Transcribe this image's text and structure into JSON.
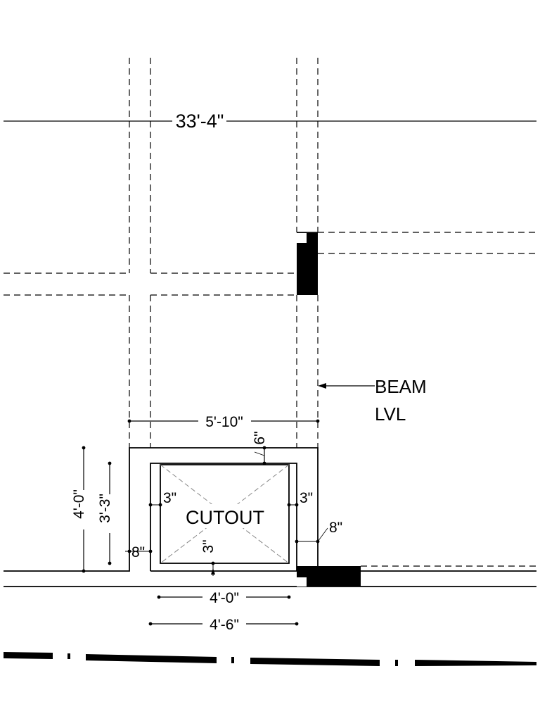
{
  "drawing": {
    "overall_dimension": "33'-4\"",
    "opening_width": "5'-10\"",
    "top_offset": "6\"",
    "height_outer": "4'-0\"",
    "height_inner": "3'-3\"",
    "left_offset": "3\"",
    "right_offset": "3\"",
    "wall_left": "8\"",
    "wall_right": "8\"",
    "bottom_offset": "3\"",
    "cutout_label": "CUTOUT",
    "cutout_width": "4'-0\"",
    "frame_width": "4'-6\"",
    "beam_label_line1": "BEAM",
    "beam_label_line2": "LVL"
  },
  "colors": {
    "line": "#000000",
    "cutout_cross": "#888888",
    "background": "#ffffff"
  }
}
